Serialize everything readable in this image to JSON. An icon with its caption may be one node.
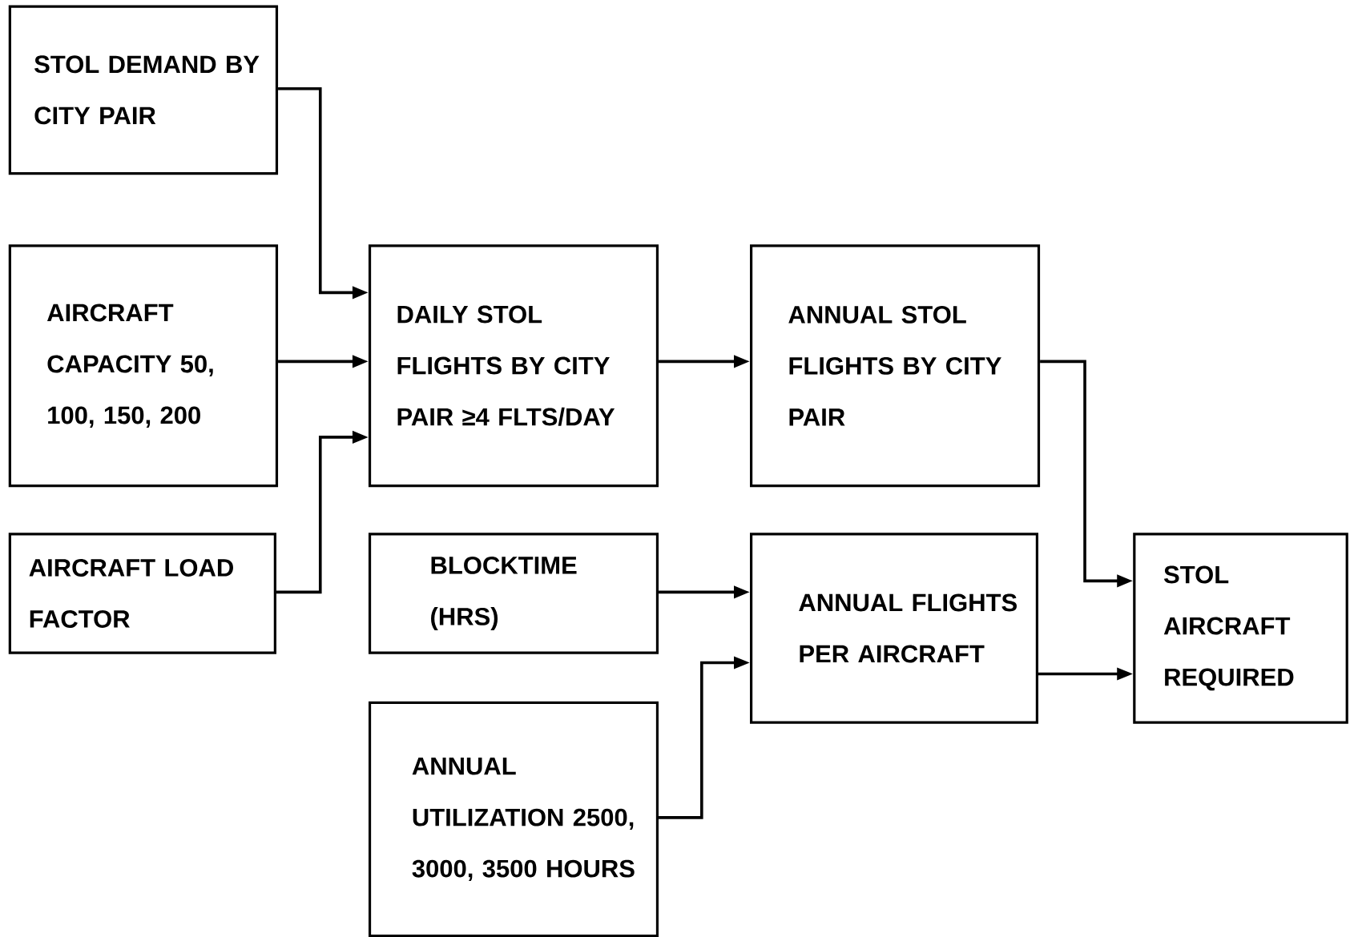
{
  "diagram": {
    "nodes": [
      {
        "text": [
          "STOL DEMAND BY CITY PAIR"
        ]
      },
      {
        "text": [
          "AIRCRAFT CAPACITY 50, 100, 150, 200"
        ]
      },
      {
        "text": [
          "AIRCRAFT LOAD FACTOR"
        ]
      },
      {
        "text": [
          "DAILY STOL FLIGHTS BY CITY PAIR ≥4 FLTS/DAY"
        ]
      },
      {
        "text": [
          "ANNUAL STOL FLIGHTS BY CITY PAIR"
        ]
      },
      {
        "text": [
          "BLOCKTIME (HRS)"
        ]
      },
      {
        "text": [
          "ANNUAL FLIGHTS PER AIRCRAFT"
        ]
      },
      {
        "text": [
          "ANNUAL UTILIZATION 2500, 3000, 3500 HOURS"
        ]
      },
      {
        "text": [
          "STOL AIRCRAFT REQUIRED"
        ]
      }
    ],
    "edges": [
      {
        "from": 0,
        "to": 3,
        "arrow": "to"
      },
      {
        "from": 1,
        "to": 3,
        "arrow": "to"
      },
      {
        "from": 2,
        "to": 3,
        "arrow": "to"
      },
      {
        "from": 3,
        "to": 4,
        "arrow": "to"
      },
      {
        "from": 5,
        "to": 6,
        "arrow": "to"
      },
      {
        "from": 7,
        "to": 6,
        "arrow": "to"
      },
      {
        "from": 4,
        "to": 8,
        "arrow": "to"
      },
      {
        "from": 6,
        "to": 8,
        "arrow": "to"
      }
    ]
  }
}
